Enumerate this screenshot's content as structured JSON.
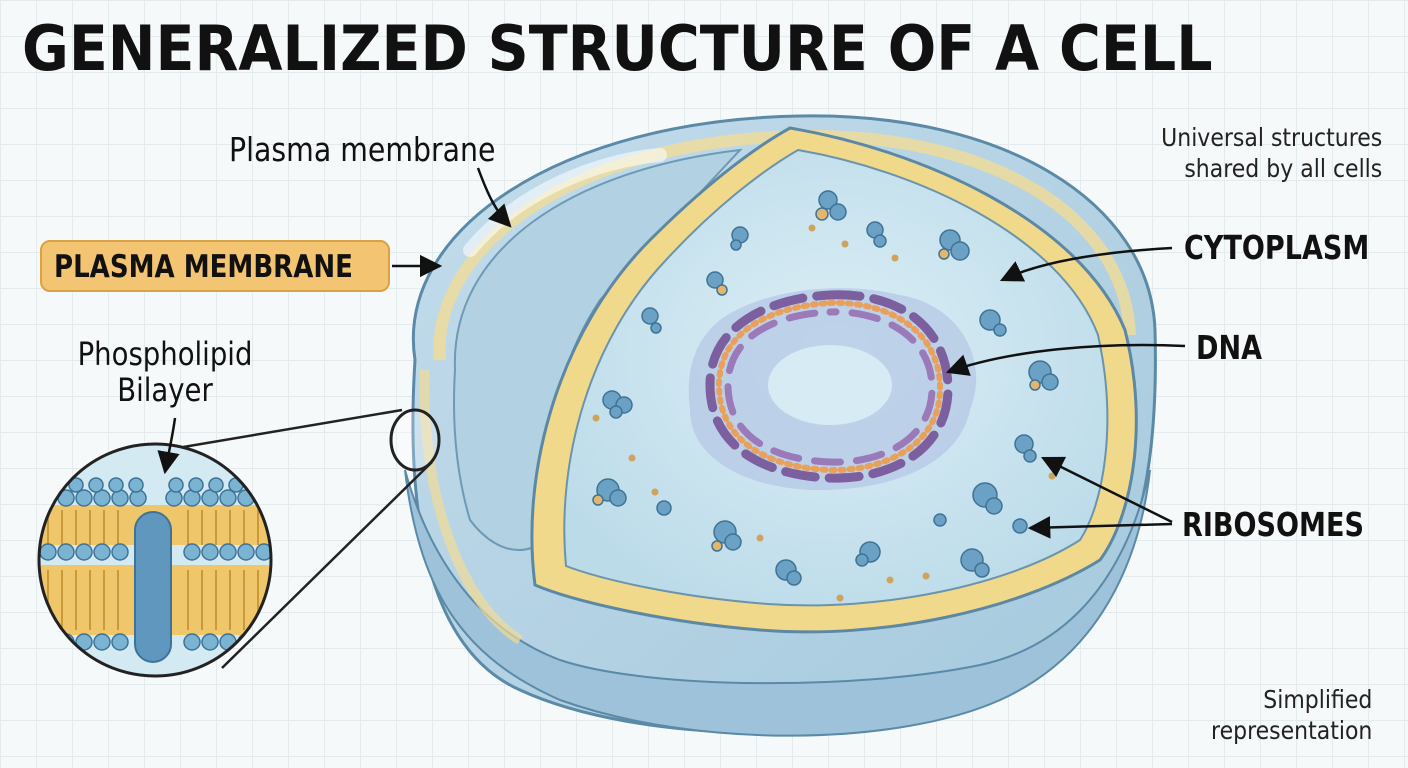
{
  "title": "GENERALIZED STRUCTURE OF A CELL",
  "labels": {
    "plasma_membrane_top": "Plasma membrane",
    "plasma_membrane_badge": "PLASMA MEMBRANE",
    "phospholipid_line1": "Phospholipid",
    "phospholipid_line2": "Bilayer",
    "cytoplasm": "CYTOPLASM",
    "dna": "DNA",
    "ribosomes": "RIBOSOMES"
  },
  "notes": {
    "universal_line1": "Universal structures",
    "universal_line2": "shared by all cells",
    "simplified_line1": "Simplified",
    "simplified_line2": "representation"
  },
  "colors": {
    "cell_blue": "#9fc6dd",
    "membrane_yellow": "#f3d98a",
    "cytoplasm_blue": "#cbe5ef",
    "dna_purple": "#8a6aa6",
    "ribosome_blue": "#6aa1c4",
    "badge_orange": "#f3c471"
  }
}
